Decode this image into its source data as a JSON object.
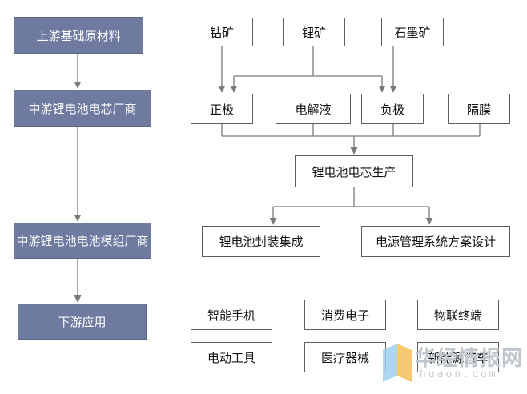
{
  "stages": {
    "upstream": "上游基础原材料",
    "midstream_cell": "中游锂电池电芯厂商",
    "midstream_module": "中游锂电池电池模组厂商",
    "downstream": "下游应用"
  },
  "materials": {
    "cobalt": "钴矿",
    "lithium": "锂矿",
    "graphite": "石墨矿"
  },
  "components": {
    "cathode": "正极",
    "electrolyte": "电解液",
    "anode": "负极",
    "separator": "隔膜"
  },
  "cell_production": "锂电池电芯生产",
  "module": {
    "packaging": "锂电池封装集成",
    "bms": "电源管理系统方案设计"
  },
  "applications": {
    "smartphone": "智能手机",
    "consumer_electronics": "消费电子",
    "iot_terminal": "物联终端",
    "power_tools": "电动工具",
    "medical_devices": "医疗器械",
    "new_energy_vehicle": "新能源汽车"
  },
  "watermark": {
    "name": "华经情报网",
    "url": "huaon.com"
  },
  "colors": {
    "stage_fill": "#6f7aa0",
    "line": "#7a7a7a",
    "box_border": "#5f5f5f"
  }
}
